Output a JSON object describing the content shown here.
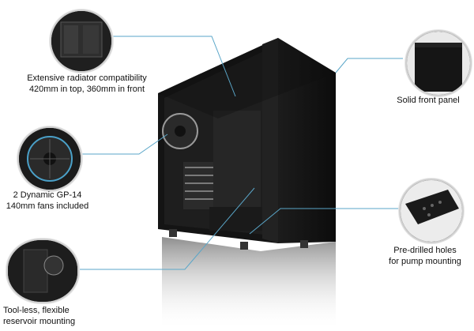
{
  "features": {
    "radiator": {
      "line1": "Extensive radiator compatibility",
      "line2": "420mm in top, 360mm in front"
    },
    "front_panel": {
      "line1": "Solid front panel"
    },
    "fans": {
      "line1": "2 Dynamic GP-14",
      "line2": "140mm fans included"
    },
    "pump": {
      "line1": "Pre-drilled holes",
      "line2": "for pump mounting"
    },
    "reservoir": {
      "line1": "Tool-less, flexible",
      "line2": "reservoir mounting"
    }
  },
  "colors": {
    "line": "#5aa6c8",
    "case_black": "#111111"
  }
}
